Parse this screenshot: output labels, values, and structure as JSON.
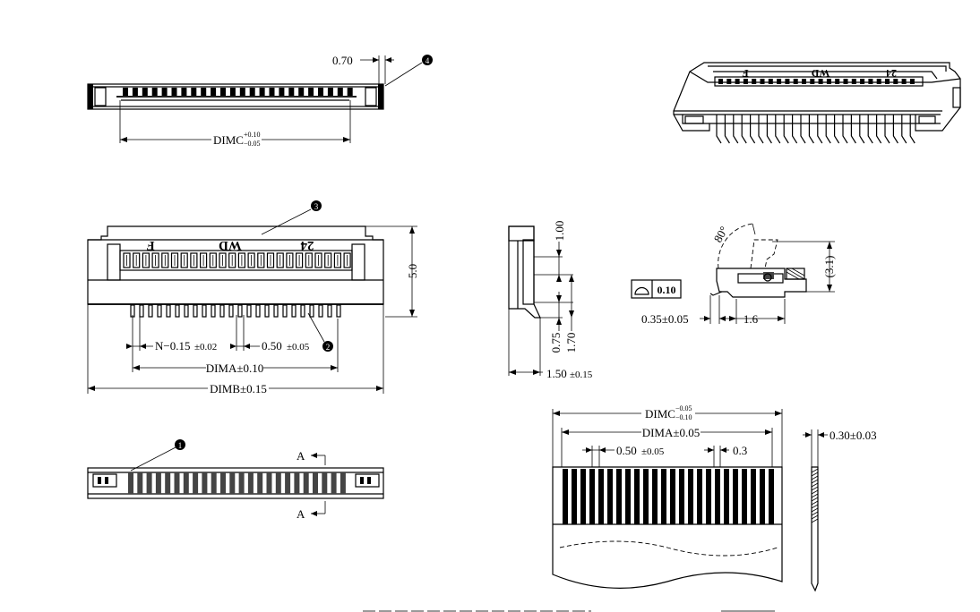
{
  "top_view": {
    "dim_pitch_offset": "0.70",
    "dim_c_label": "DIMC",
    "dim_c_tol_upper": "+0.10",
    "dim_c_tol_lower": "−0.05",
    "callout_4": "4"
  },
  "front_view": {
    "marking_f": "F",
    "marking_wd": "WD",
    "marking_24": "24",
    "callout_3": "3",
    "callout_2": "2",
    "dim_height": "5.0",
    "dim_n_label": "N−0.15",
    "dim_n_tol": "±0.02",
    "dim_pitch_label": "0.50",
    "dim_pitch_tol": "±0.05",
    "dim_a": "DIMA±0.10",
    "dim_b": "DIMB±0.15"
  },
  "bottom_view": {
    "callout_1": "1",
    "section_a_top": "A",
    "section_a_bottom": "A"
  },
  "side_view": {
    "dim_top": "1.00",
    "dim_075": "0.75",
    "dim_170": "1.70",
    "dim_width_label": "1.50",
    "dim_width_tol": "±0.15"
  },
  "detail_view": {
    "angle": "80°",
    "height": "(3.1)",
    "flatness_value": "0.10",
    "dim_035": "0.35±0.05",
    "dim_16": "1.6"
  },
  "fpc_view": {
    "dim_c_label": "DIMC",
    "dim_c_tol_upper": "−0.05",
    "dim_c_tol_lower": "−0.10",
    "dim_a": "DIMA±0.05",
    "pitch_label": "0.50",
    "pitch_tol": "±0.05",
    "width": "0.3",
    "thickness": "0.30±0.03"
  }
}
